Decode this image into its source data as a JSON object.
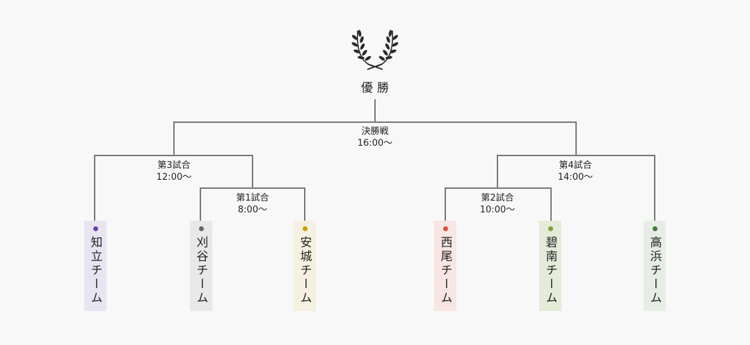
{
  "winner_label": "優勝",
  "matches": {
    "final": {
      "name": "決勝戦",
      "time": "16:00〜"
    },
    "m1": {
      "name": "第1試合",
      "time": "8:00〜"
    },
    "m2": {
      "name": "第2試合",
      "time": "10:00〜"
    },
    "m3": {
      "name": "第3試合",
      "time": "12:00〜"
    },
    "m4": {
      "name": "第4試合",
      "time": "14:00〜"
    }
  },
  "teams": [
    {
      "name": "知立チーム",
      "dot": "#6a3fb0",
      "bg": "#e8e4f2"
    },
    {
      "name": "刈谷チーム",
      "dot": "#666666",
      "bg": "#e8e8e8"
    },
    {
      "name": "安城チーム",
      "dot": "#c9a000",
      "bg": "#f5f0e0"
    },
    {
      "name": "西尾チーム",
      "dot": "#d9503c",
      "bg": "#f7e6e4"
    },
    {
      "name": "碧南チーム",
      "dot": "#7fa03a",
      "bg": "#e4ebd9"
    },
    {
      "name": "高浜チーム",
      "dot": "#3f7d3a",
      "bg": "#e6ede5"
    }
  ],
  "line_color": "#777777"
}
